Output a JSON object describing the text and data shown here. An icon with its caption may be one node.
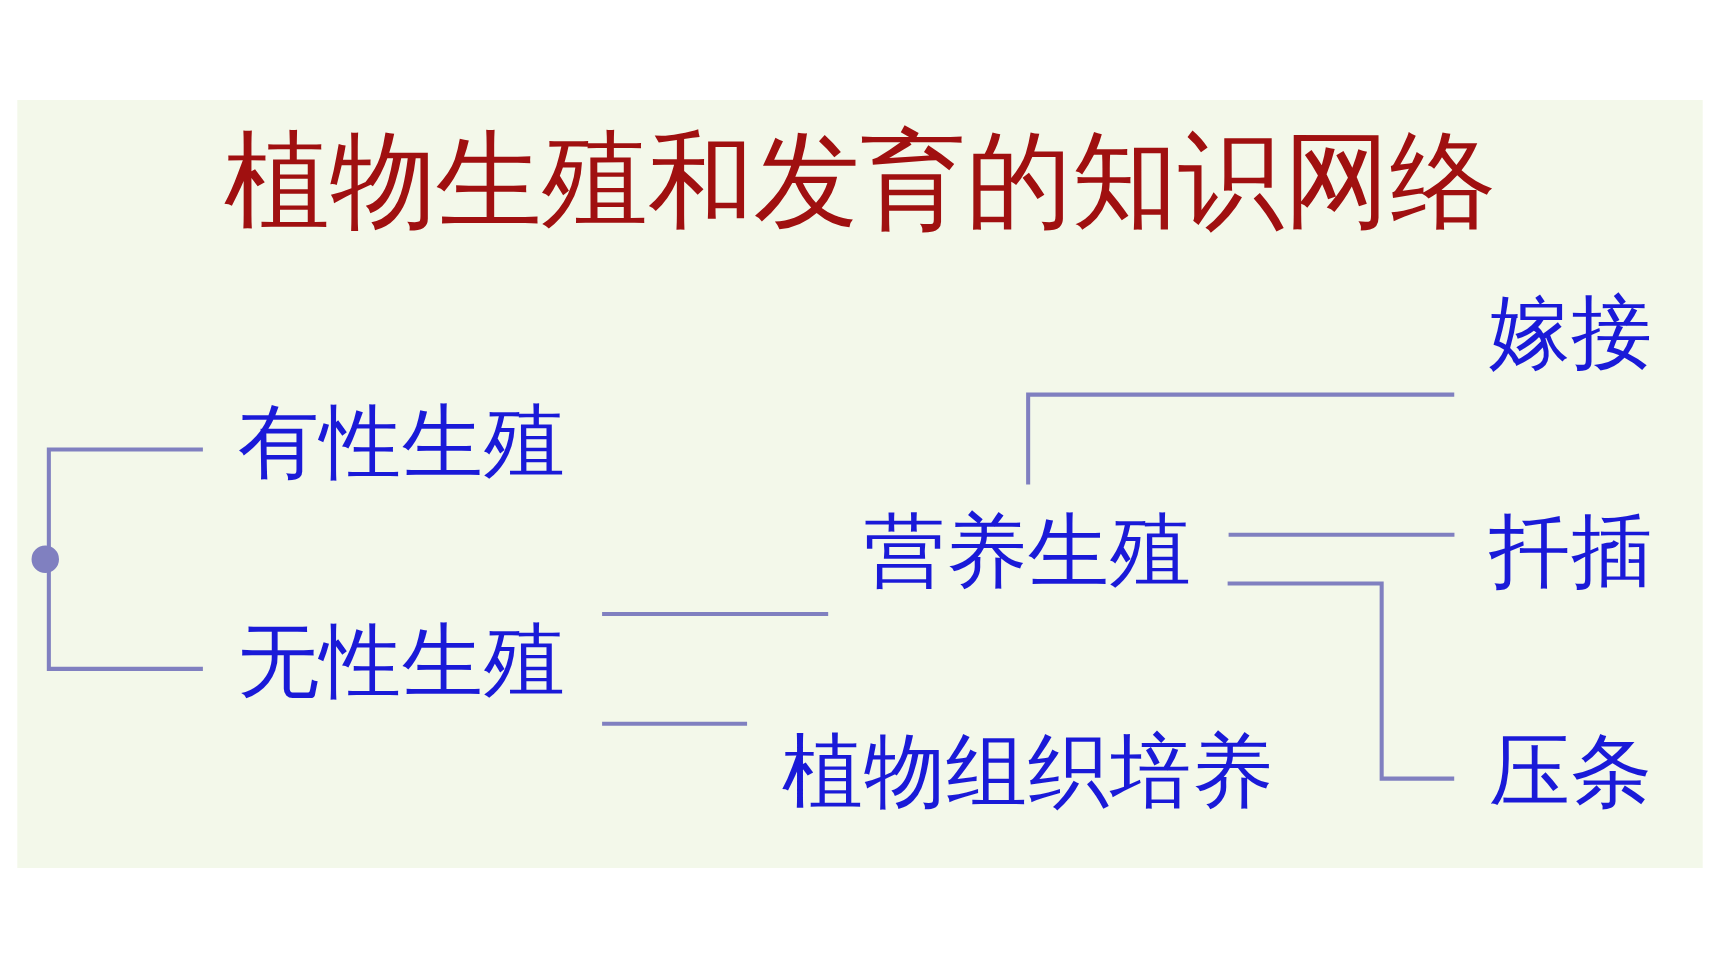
{
  "diagram": {
    "title": "植物生殖和发育的知识网络",
    "nodes": [
      {
        "text": [],
        "shape": "point"
      },
      {
        "text": [
          "有性生殖"
        ]
      },
      {
        "text": [
          "无性生殖"
        ]
      },
      {
        "text": [
          "营养生殖"
        ]
      },
      {
        "text": [
          "植物组织培养"
        ]
      },
      {
        "text": [
          "嫁接"
        ]
      },
      {
        "text": [
          "扦插"
        ]
      },
      {
        "text": [
          "压条"
        ]
      }
    ],
    "edges": [
      {
        "from": 0,
        "to": 1,
        "arrow": "none"
      },
      {
        "from": 0,
        "to": 2,
        "arrow": "none"
      },
      {
        "from": 2,
        "to": 3,
        "arrow": "none"
      },
      {
        "from": 2,
        "to": 4,
        "arrow": "none"
      },
      {
        "from": 3,
        "to": 5,
        "arrow": "none"
      },
      {
        "from": 3,
        "to": 6,
        "arrow": "none"
      },
      {
        "from": 3,
        "to": 7,
        "arrow": "none"
      }
    ]
  }
}
